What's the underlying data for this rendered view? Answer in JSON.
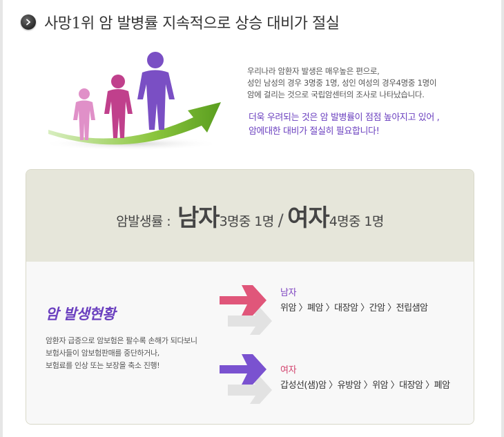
{
  "header": {
    "title": "사망1위 암 발병률 지속적으로 상승 대비가 절실",
    "icon": "chevron-right-icon"
  },
  "intro": {
    "line1": "우리나라 암환자 발생은 매우높은 편으로,",
    "line2": "성인 남성의 경우 3명중 1명, 성인 여성의 경우4명중 1명이",
    "line3": "암에 걸리는 것으로 국립암센터의 조사로 나타났습니다.",
    "highlight1": "더욱 우려되는 것은 암 발병률이 점점 높아지고 있어 ,",
    "highlight2": "암에대한 대비가 절실히 필요합니다!"
  },
  "rate": {
    "label": "암발생률 :",
    "male_big": "남자",
    "male_small": "3명중 1명",
    "slash": "/",
    "female_big": "여자",
    "female_small": "4명중 1명"
  },
  "status": {
    "title": "암 발생현황",
    "desc1": "암환자 급증으로 암보험은 팔수록 손해가 되다보니",
    "desc2": "보험사들이 암보험판매를 중단하거나,",
    "desc3": "보험료를 인상 또는 보장을 축소 진행!"
  },
  "male": {
    "label": "남자",
    "list": "위암 〉폐암 〉대장암 〉간암 〉전립샘암"
  },
  "female": {
    "label": "여자",
    "list": "갑성선(샘)암 〉유방암 〉위암 〉대장암 〉폐암"
  },
  "colors": {
    "accent_purple": "#6a3fbf",
    "accent_pink": "#d23f6b",
    "green_arrow": "#7ab83a"
  }
}
